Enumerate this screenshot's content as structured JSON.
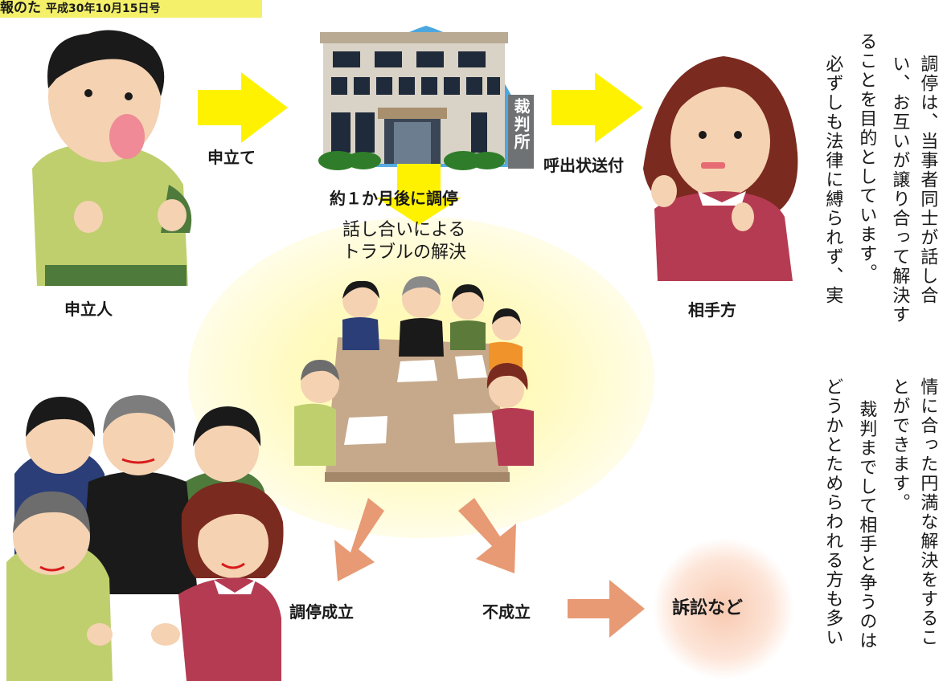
{
  "header": {
    "publication": "報のた",
    "date": "平成30年10月15日号"
  },
  "labels": {
    "applicant": "申立人",
    "file": "申立て",
    "court": "裁判所",
    "summons": "呼出状送付",
    "opponent": "相手方",
    "after_month": "約１か月後に調停",
    "discussion_line1": "話し合いによる",
    "discussion_line2": "トラブルの解決",
    "success": "調停成立",
    "failure": "不成立",
    "lawsuit": "訴訟など"
  },
  "body_text": {
    "col1": "調停は、当事者同士が話し合",
    "col2": "い、お互いが譲り合って解決す",
    "col3": "ることを目的としています。",
    "col4": "必ずしも法律に縛られず、実",
    "col5": "情に合った円満な解決をするこ",
    "col6": "とができます。",
    "col7": "裁判までして相手と争うのは",
    "col8": "どうかとためらわれる方も多い"
  },
  "colors": {
    "arrow_yellow": "#fff200",
    "arrow_salmon": "#e79a74",
    "header_band": "#f4f06a",
    "glow": "#fff7a0"
  }
}
